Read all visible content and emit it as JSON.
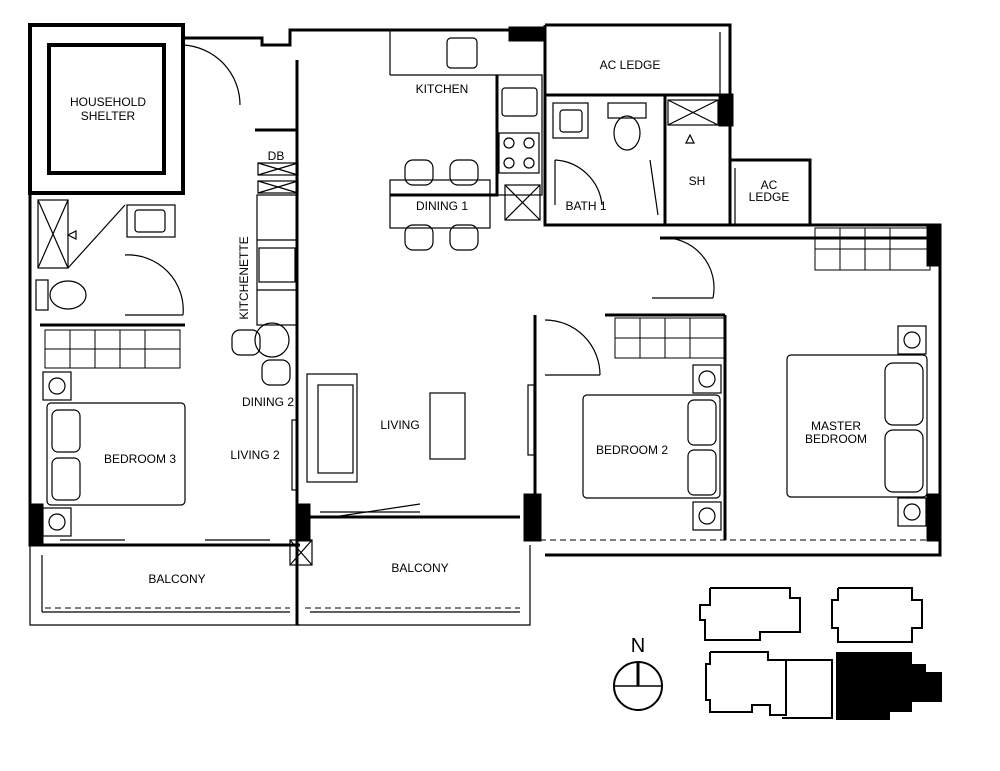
{
  "rooms": {
    "household_shelter": [
      "HOUSEHOLD",
      "SHELTER"
    ],
    "db": "DB",
    "kitchen": "KITCHEN",
    "ac_ledge_1": "AC LEDGE",
    "dining_1": "DINING 1",
    "bath_1": "BATH 1",
    "sh": "SH",
    "ac_ledge_2": [
      "AC",
      "LEDGE"
    ],
    "kitchenette": "KITCHENETTE",
    "dining_2": "DINING 2",
    "living": "LIVING",
    "living_2": "LIVING 2",
    "bedroom_3": "BEDROOM 3",
    "bedroom_2": "BEDROOM 2",
    "master_bedroom": [
      "MASTER",
      "BEDROOM"
    ],
    "balcony_1": "BALCONY",
    "balcony_2": "BALCONY"
  },
  "compass": {
    "north_label": "N"
  },
  "colors": {
    "line": "#000000",
    "background": "#ffffff",
    "highlight_unit": "#000000"
  }
}
